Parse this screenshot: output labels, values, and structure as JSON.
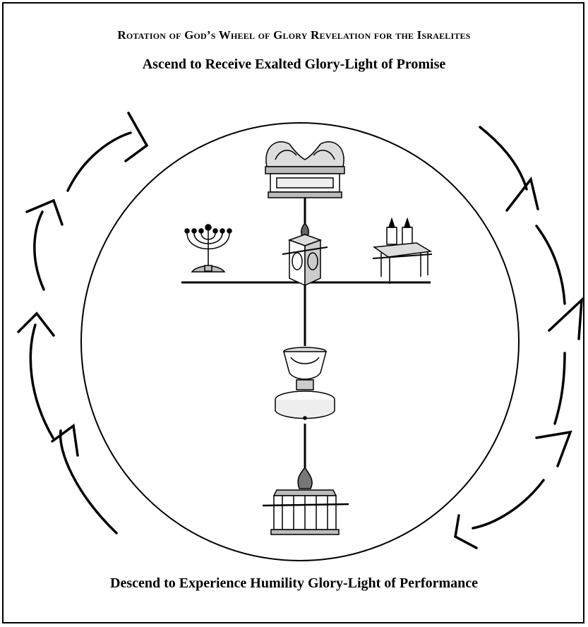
{
  "title": "Rotation of God’s Wheel of Glory Revelation for the Israelites",
  "top_caption": "Ascend to Receive Exalted Glory-Light of Promise",
  "bottom_caption": "Descend to Experience Humility Glory-Light of Performance",
  "items": [
    {
      "icon": "ark-of-covenant-icon"
    },
    {
      "icon": "menorah-icon"
    },
    {
      "icon": "altar-of-incense-icon"
    },
    {
      "icon": "table-of-showbread-icon"
    },
    {
      "icon": "laver-icon"
    },
    {
      "icon": "brazen-altar-icon"
    }
  ]
}
